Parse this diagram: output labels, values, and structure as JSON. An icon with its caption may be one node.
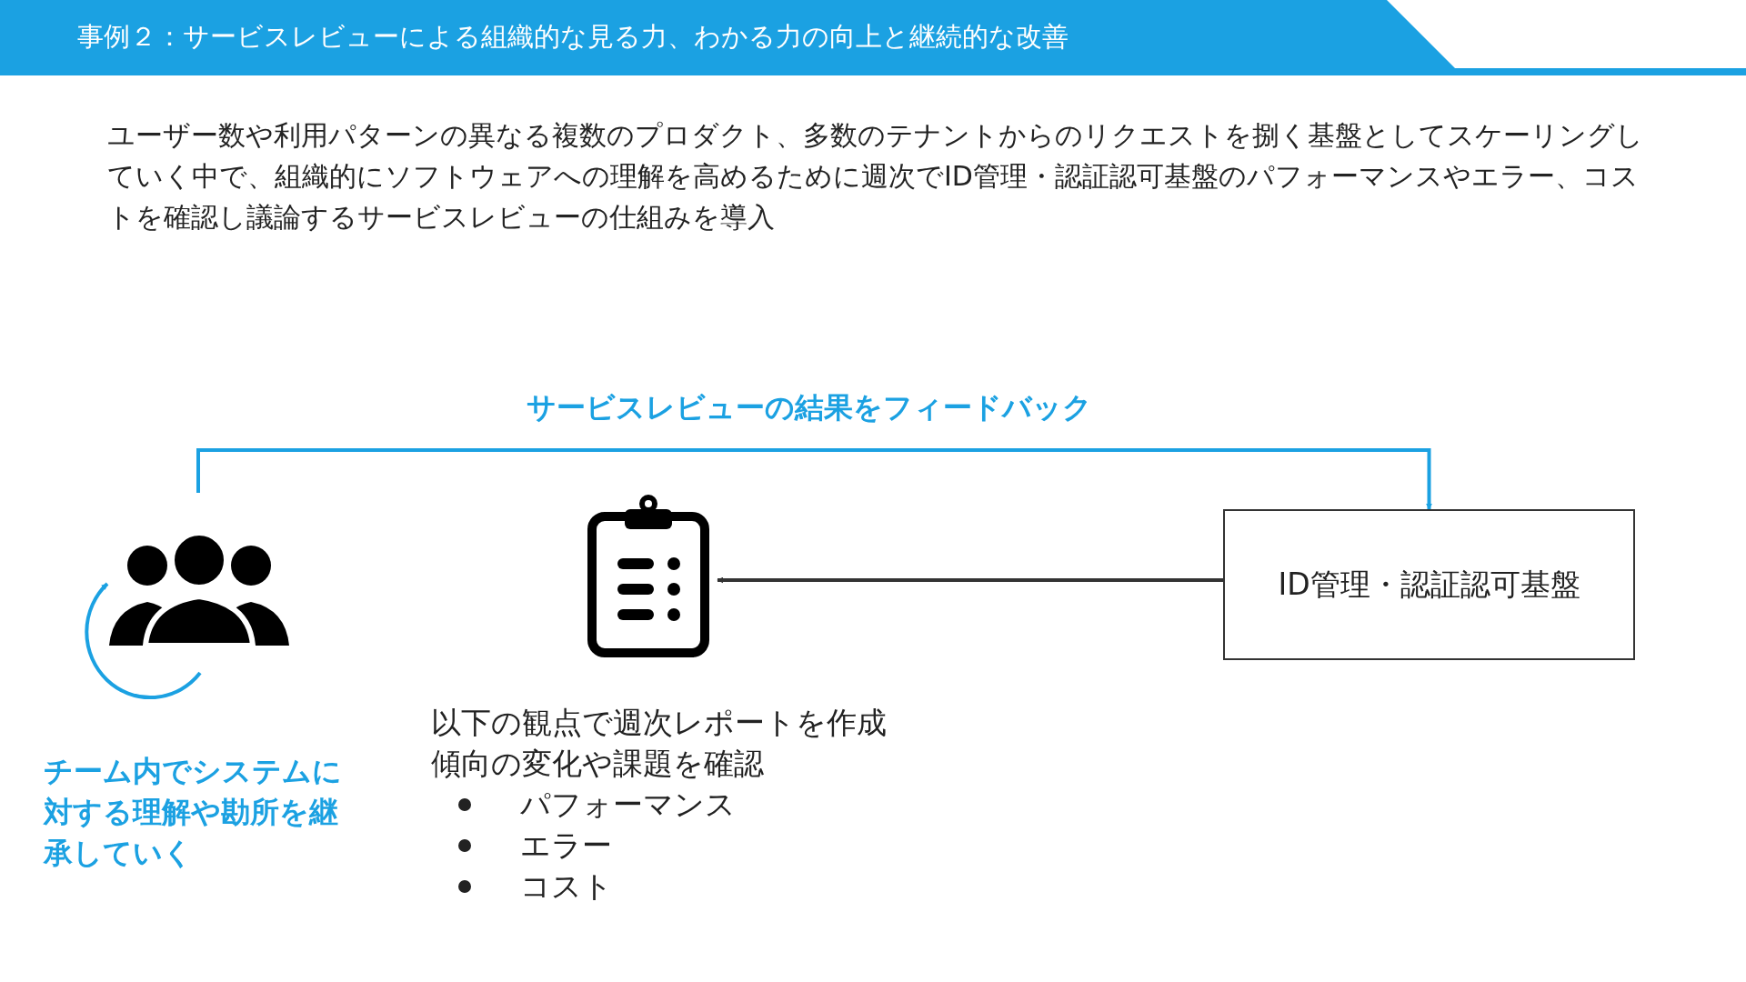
{
  "diagram": {
    "title": "事例２：サービスレビューによる組織的な見る力、わかる力の向上と継続的な改善",
    "nodes": [
      {
        "text": [],
        "shape": "person",
        "beside": [
          "チーム内でシステムに対する理解や勘所を継承していく"
        ]
      },
      {
        "text": [],
        "shape": "picture",
        "beside": [
          "以下の観点で週次レポートを作成",
          "傾向の変化や課題を確認",
          "パフォーマンス",
          "エラー",
          "コスト"
        ]
      },
      {
        "text": [
          "ID管理・認証認可基盤"
        ]
      }
    ],
    "edges": [
      {
        "from": 0,
        "to": 2,
        "arrow": "to",
        "label": "サービスレビューの結果をフィードバック",
        "color": "#1ba1e2"
      },
      {
        "from": 2,
        "to": 1,
        "arrow": "to",
        "color": "#333333"
      }
    ],
    "labels": [
      "ユーザー数や利用パターンの異なる複数のプロダクト、多数のテナントからのリクエストを捌く基盤としてスケーリングしていく中で、組織的にソフトウェアへの理解を高めるために週次でID管理・認証認可基盤のパフォーマンスやエラー、コストを確認し議論するサービスレビューの仕組みを導入"
    ]
  }
}
